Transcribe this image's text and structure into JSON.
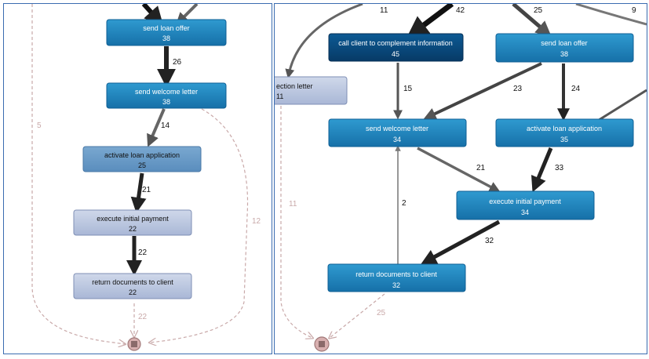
{
  "left_panel": {
    "nodes": [
      {
        "id": "send_loan_offer",
        "label": "send loan offer",
        "count": "38",
        "style": "blue"
      },
      {
        "id": "send_welcome_letter",
        "label": "send welcome letter",
        "count": "38",
        "style": "blue"
      },
      {
        "id": "activate_loan_application",
        "label": "activate loan application",
        "count": "25",
        "style": "steel"
      },
      {
        "id": "execute_initial_payment",
        "label": "execute initial payment",
        "count": "22",
        "style": "pale"
      },
      {
        "id": "return_documents",
        "label": "return documents to client",
        "count": "22",
        "style": "pale"
      }
    ],
    "edge_labels": [
      {
        "id": "e1",
        "text": "26"
      },
      {
        "id": "e2",
        "text": "14"
      },
      {
        "id": "e3",
        "text": "21"
      },
      {
        "id": "e4",
        "text": "22"
      },
      {
        "id": "e5",
        "text": "22"
      },
      {
        "id": "e6",
        "text": "5"
      },
      {
        "id": "e7",
        "text": "12"
      }
    ]
  },
  "right_panel": {
    "nodes": [
      {
        "id": "rejection_letter",
        "label": "ection letter",
        "count": "11",
        "style": "pale"
      },
      {
        "id": "call_client",
        "label": "call client to complement information",
        "count": "45",
        "style": "dark"
      },
      {
        "id": "send_loan_offer_r",
        "label": "send loan offer",
        "count": "38",
        "style": "blue"
      },
      {
        "id": "send_welcome_letter_r",
        "label": "send welcome letter",
        "count": "34",
        "style": "blue"
      },
      {
        "id": "activate_loan_application_r",
        "label": "activate loan application",
        "count": "35",
        "style": "blue"
      },
      {
        "id": "execute_initial_payment_r",
        "label": "execute initial payment",
        "count": "34",
        "style": "blue"
      },
      {
        "id": "return_documents_r",
        "label": "return documents to client",
        "count": "32",
        "style": "blue"
      }
    ],
    "edge_labels": [
      {
        "id": "r1",
        "text": "11"
      },
      {
        "id": "r2",
        "text": "42"
      },
      {
        "id": "r3",
        "text": "25"
      },
      {
        "id": "r4",
        "text": "9"
      },
      {
        "id": "r5",
        "text": "15"
      },
      {
        "id": "r6",
        "text": "23"
      },
      {
        "id": "r7",
        "text": "24"
      },
      {
        "id": "r8",
        "text": "21"
      },
      {
        "id": "r9",
        "text": "33"
      },
      {
        "id": "r10",
        "text": "2"
      },
      {
        "id": "r11",
        "text": "11"
      },
      {
        "id": "r12",
        "text": "32"
      },
      {
        "id": "r13",
        "text": "25"
      }
    ]
  },
  "colors": {
    "blue_top": "#2f9ad0",
    "blue_bottom": "#1670a8",
    "dark_top": "#0a4f86",
    "dark_bottom": "#073a66",
    "steel_top": "#74a3cc",
    "steel_bottom": "#5a8dbd",
    "pale_top": "#c8d3e8",
    "pale_bottom": "#a9b7d6",
    "arrow_dark": "#222222",
    "arrow_mid": "#666666",
    "dashed": "#c9a9a9",
    "end_fill": "#d8b0b0",
    "panel_border": "#3a6cb0"
  }
}
